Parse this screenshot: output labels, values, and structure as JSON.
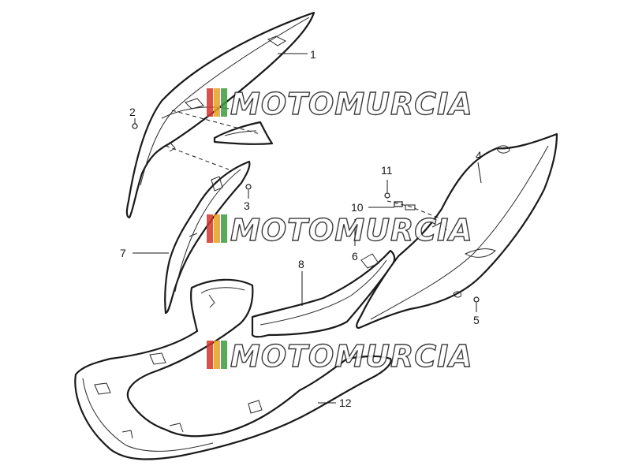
{
  "callouts": [
    {
      "id": "1",
      "label": "1"
    },
    {
      "id": "2",
      "label": "2"
    },
    {
      "id": "3",
      "label": "3"
    },
    {
      "id": "4",
      "label": "4"
    },
    {
      "id": "5",
      "label": "5"
    },
    {
      "id": "6",
      "label": "6"
    },
    {
      "id": "7",
      "label": "7"
    },
    {
      "id": "8",
      "label": "8"
    },
    {
      "id": "10",
      "label": "10"
    },
    {
      "id": "11",
      "label": "11"
    },
    {
      "id": "12",
      "label": "12"
    }
  ],
  "watermark": {
    "text": "MOTOMURCIA",
    "colors": [
      "#d4342c",
      "#e8a020",
      "#3f9a3f"
    ]
  }
}
